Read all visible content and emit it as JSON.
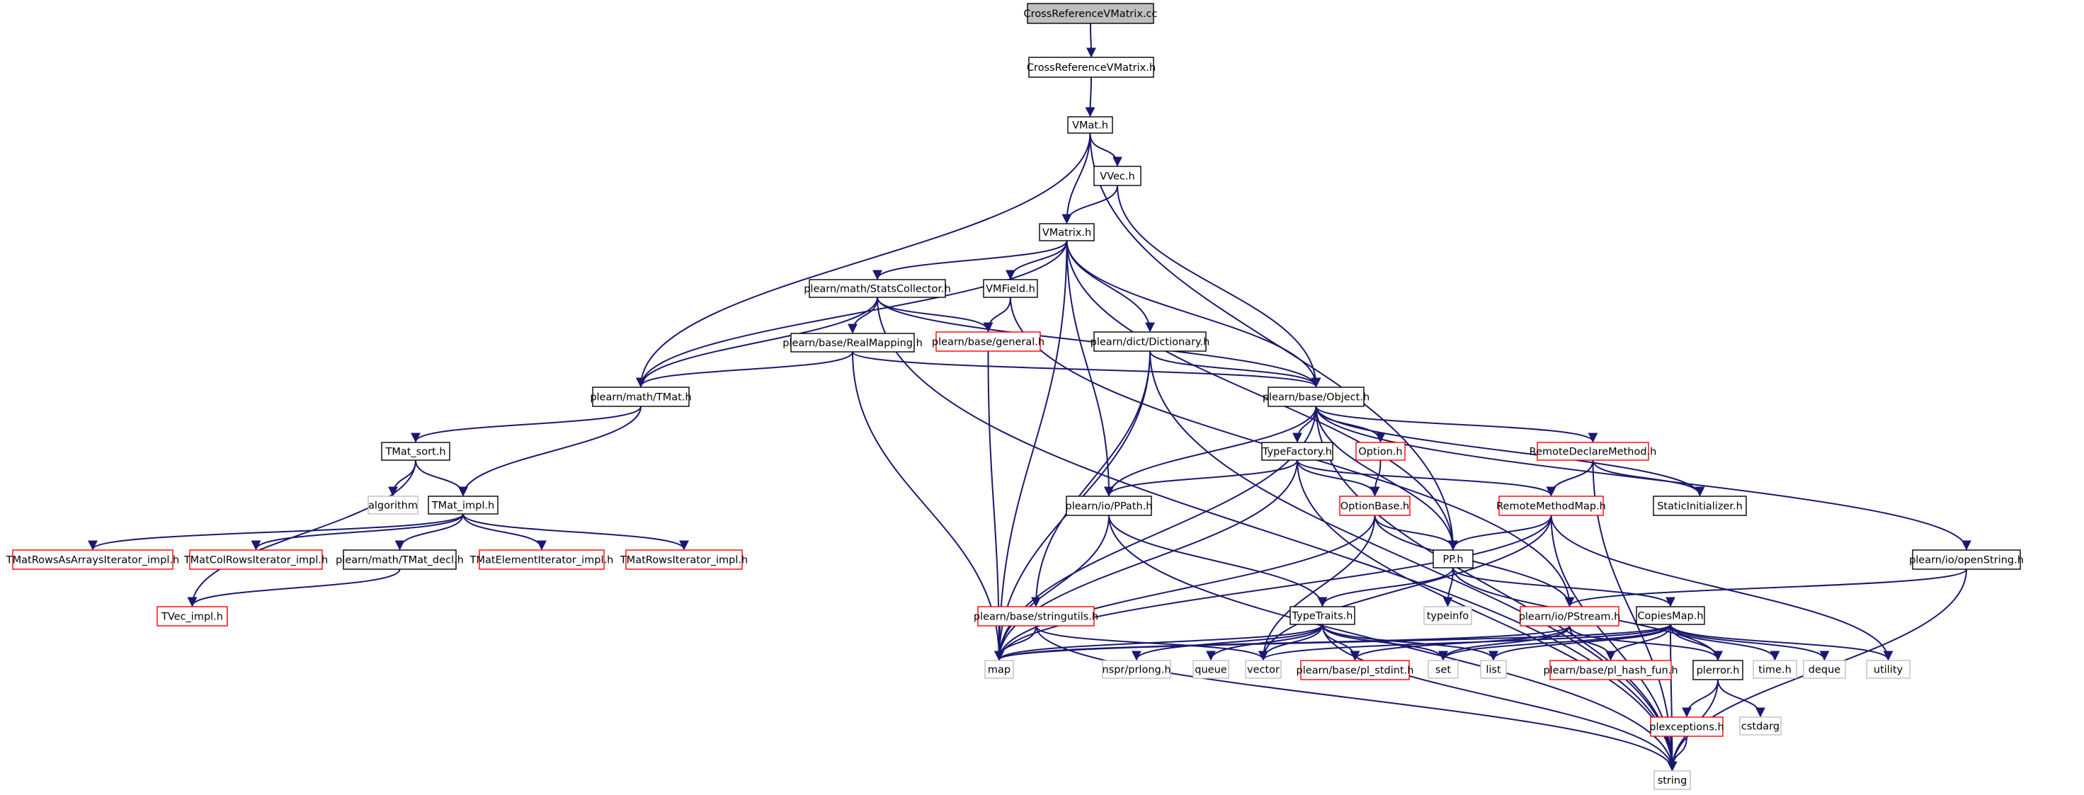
{
  "graph": {
    "colors": {
      "edge": "#191970",
      "black_border": "#000000",
      "red_border": "#ff0000",
      "gray_border": "#bfbfbf",
      "root_fill": "#bfbfbf",
      "node_fill": "#ffffff"
    },
    "nodes": {
      "CrossReferenceVMatrix_cc": "CrossReferenceVMatrix.cc",
      "CrossReferenceVMatrix_h": "CrossReferenceVMatrix.h",
      "VMat_h": "VMat.h",
      "VVec_h": "VVec.h",
      "VMatrix_h": "VMatrix.h",
      "StatsCollector_h": "plearn/math/StatsCollector.h",
      "VMField_h": "VMField.h",
      "RealMapping_h": "plearn/base/RealMapping.h",
      "general_h": "plearn/base/general.h",
      "Dictionary_h": "plearn/dict/Dictionary.h",
      "TMat_h": "plearn/math/TMat.h",
      "Object_h": "plearn/base/Object.h",
      "TMat_sort_h": "TMat_sort.h",
      "algorithm": "algorithm",
      "TMat_impl_h": "TMat_impl.h",
      "TMatRowsAsArraysIterator_impl_h": "TMatRowsAsArraysIterator_impl.h",
      "TMatColRowsIterator_impl_h": "TMatColRowsIterator_impl.h",
      "TMat_decl_h": "plearn/math/TMat_decl.h",
      "TMatElementIterator_impl_h": "TMatElementIterator_impl.h",
      "TMatRowsIterator_impl_h": "TMatRowsIterator_impl.h",
      "TVec_impl_h": "TVec_impl.h",
      "TypeFactory_h": "TypeFactory.h",
      "Option_h": "Option.h",
      "RemoteDeclareMethod_h": "RemoteDeclareMethod.h",
      "StaticInitializer_h": "StaticInitializer.h",
      "PPath_h": "plearn/io/PPath.h",
      "OptionBase_h": "OptionBase.h",
      "RemoteMethodMap_h": "RemoteMethodMap.h",
      "openString_h": "plearn/io/openString.h",
      "PP_h": "PP.h",
      "typeinfo": "typeinfo",
      "stringutils_h": "plearn/base/stringutils.h",
      "TypeTraits_h": "TypeTraits.h",
      "PStream_h": "plearn/io/PStream.h",
      "CopiesMap_h": "CopiesMap.h",
      "map": "map",
      "nspr_prlong_h": "nspr/prlong.h",
      "queue": "queue",
      "vector": "vector",
      "pl_stdint_h": "plearn/base/pl_stdint.h",
      "set": "set",
      "list": "list",
      "pl_hash_fun_h": "plearn/base/pl_hash_fun.h",
      "plerror_h": "plerror.h",
      "time_h": "time.h",
      "deque": "deque",
      "utility": "utility",
      "plexceptions_h": "plexceptions.h",
      "cstdarg": "cstdarg",
      "string": "string"
    }
  }
}
